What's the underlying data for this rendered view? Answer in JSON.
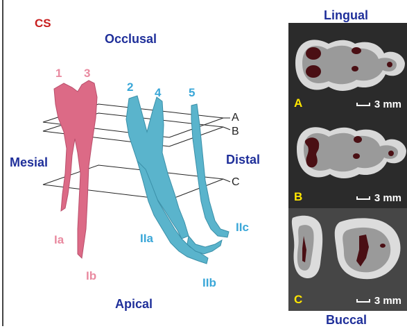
{
  "diagram": {
    "cs_label": "CS",
    "directions": {
      "occlusal": "Occlusal",
      "apical": "Apical",
      "mesial": "Mesial",
      "distal": "Distal",
      "lingual": "Lingual",
      "buccal": "Buccal"
    },
    "canal_numbers": [
      "1",
      "3",
      "2",
      "4",
      "5"
    ],
    "root_labels": [
      "Ia",
      "Ib",
      "IIa",
      "IIb",
      "IIc"
    ],
    "plane_labels": [
      "A",
      "B",
      "C"
    ],
    "colors": {
      "root1": "#dc6a86",
      "root2": "#5ab4cc",
      "direction": "#1f2f9a",
      "cs": "#c81e1e"
    }
  },
  "panels": [
    {
      "letter": "A",
      "scale": "3 mm"
    },
    {
      "letter": "B",
      "scale": "3 mm"
    },
    {
      "letter": "C",
      "scale": "3 mm"
    }
  ]
}
